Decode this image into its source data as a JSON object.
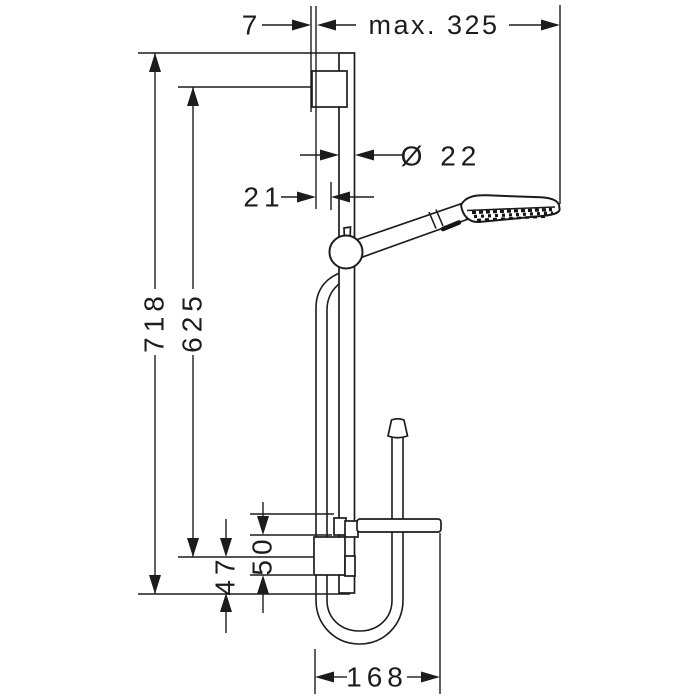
{
  "drawing": {
    "kind": "technical dimension drawing",
    "subject": "hand shower set with wall bar, slider, hose loop and shelf (side view)",
    "unit": "mm",
    "dim_labels": {
      "wall_offset": "7",
      "max_projection": "max. 325",
      "bar_diameter": "Ø 22",
      "wall_clearance": "21",
      "overall_height": "718",
      "bar_length": "625",
      "bottom_small": "47",
      "bottom_large": "50",
      "bottom_depth": "168"
    }
  }
}
